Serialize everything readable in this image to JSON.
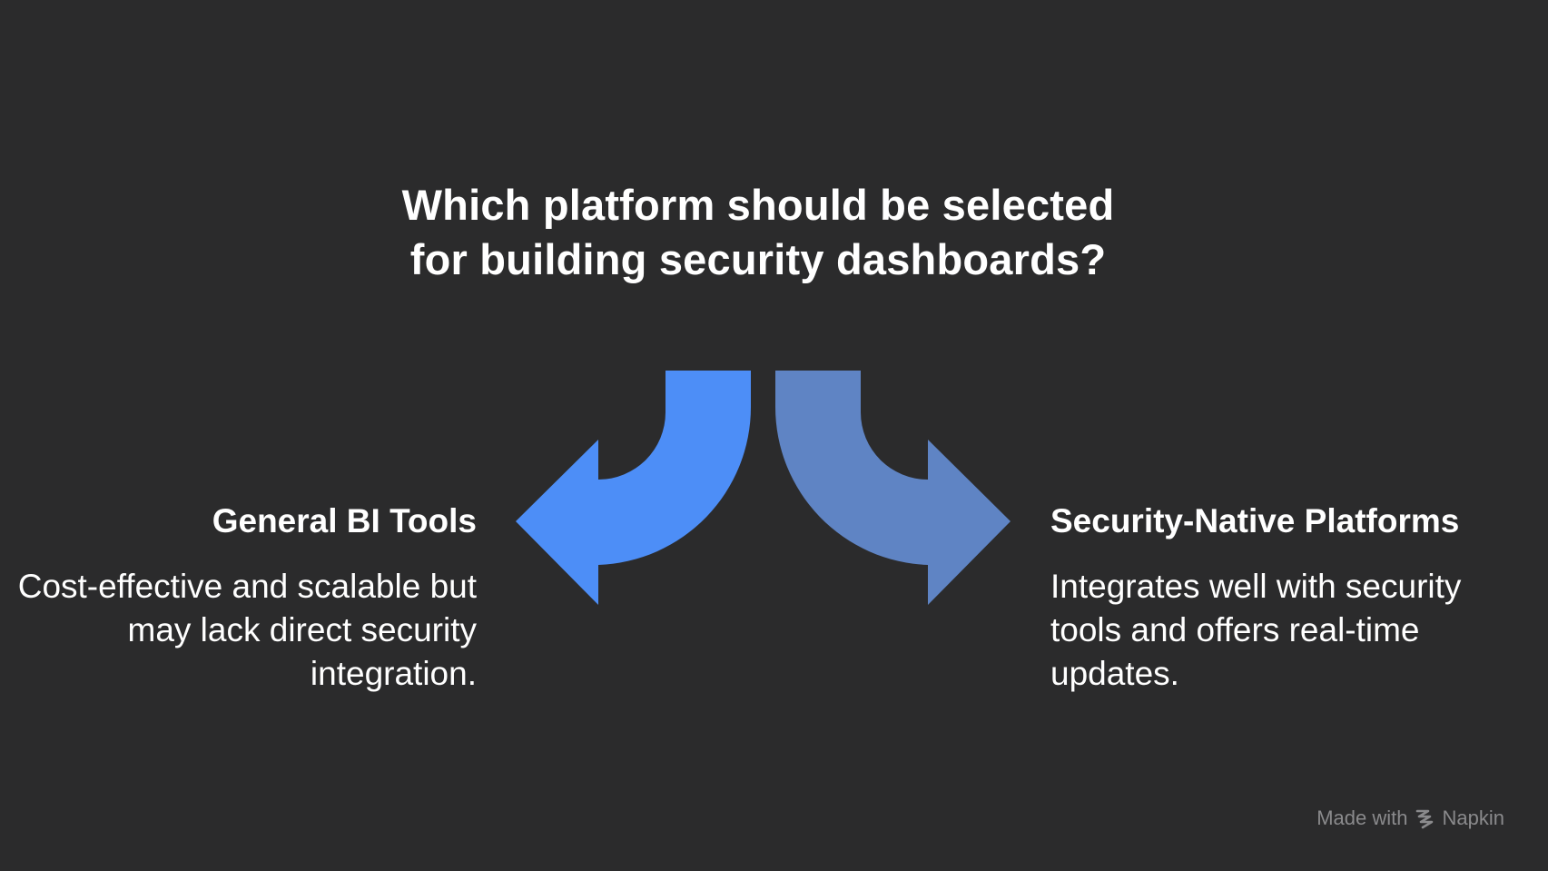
{
  "title": "Which platform should be selected for building security dashboards?",
  "options": [
    {
      "heading": "General BI Tools",
      "description": "Cost-effective and scalable but may lack direct security integration.",
      "color": "#4d8ef7"
    },
    {
      "heading": "Security-Native Platforms",
      "description": "Integrates well with security tools and offers real-time updates.",
      "color": "#5f84c4"
    }
  ],
  "watermark": {
    "prefix": "Made with",
    "brand": "Napkin",
    "icon": "napkin-logo-icon"
  }
}
